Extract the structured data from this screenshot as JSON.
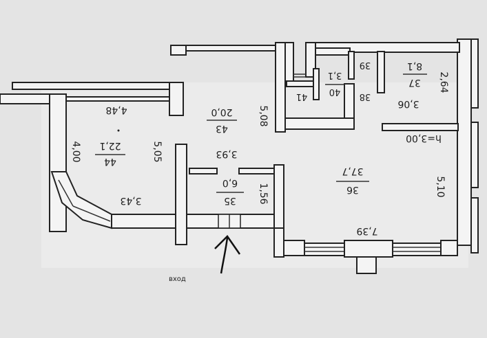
{
  "rooms": [
    {
      "id": "room-44",
      "number": "44",
      "area": "22,1"
    },
    {
      "id": "room-43",
      "number": "43",
      "area": "20,0"
    },
    {
      "id": "room-35",
      "number": "35",
      "area": "6,0"
    },
    {
      "id": "room-36",
      "number": "36",
      "area": "37,7"
    },
    {
      "id": "room-37",
      "number": "37",
      "area": "8,1"
    },
    {
      "id": "room-40",
      "number": "40",
      "area": "3,1"
    },
    {
      "id": "room-39",
      "number": "39",
      "area": ""
    },
    {
      "id": "room-38",
      "number": "38",
      "area": ""
    },
    {
      "id": "room-41",
      "number": "41",
      "area": ""
    }
  ],
  "dimensions": {
    "d_4_48": "4,48",
    "d_4_00": "4,00",
    "d_5_05": "5,05",
    "d_3_43": "3,43",
    "d_5_08": "5,08",
    "d_3_93": "3,93",
    "d_1_56": "1,56",
    "d_3_06": "3,06",
    "d_2_64": "2,64",
    "d_5_10": "5,10",
    "d_7_39": "7,39"
  },
  "ceiling_height": "h=3,00",
  "entrance_label": "вход"
}
